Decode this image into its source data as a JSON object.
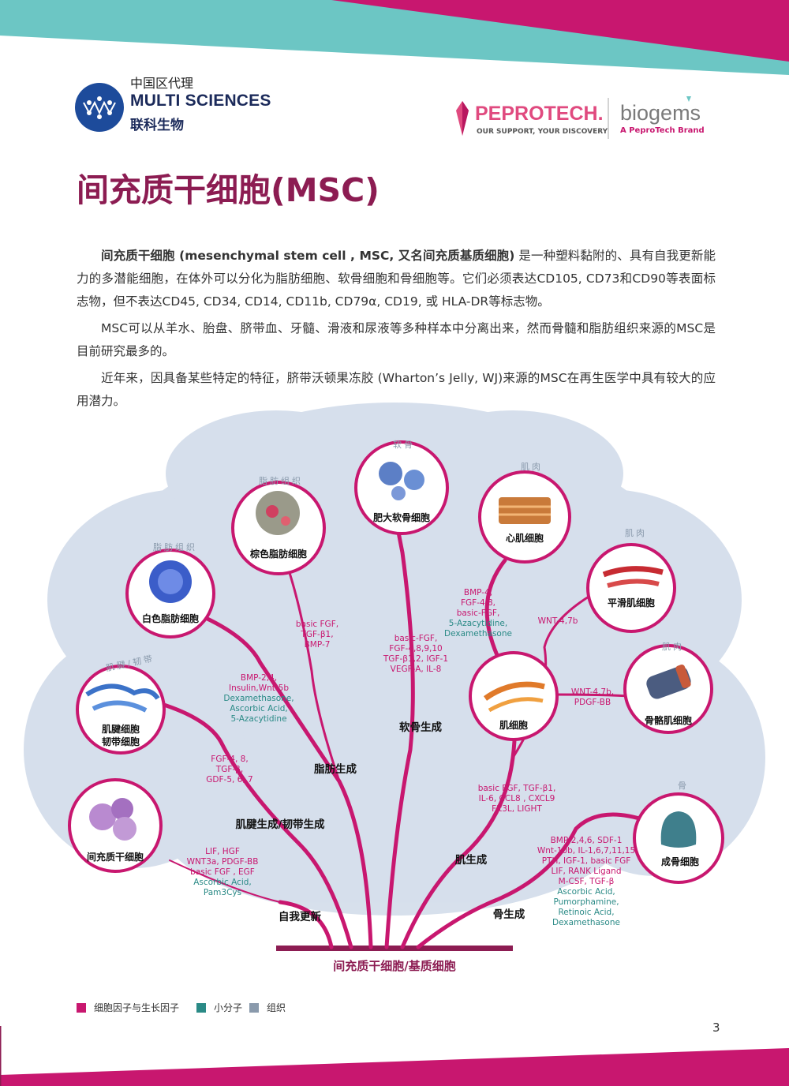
{
  "colors": {
    "brand": "#8c1c52",
    "pink": "#c8176f",
    "teal": "#2a8a86",
    "tissue": "#8a9aac",
    "tree": "#c9d5e6",
    "banner_teal": "#6cc6c4"
  },
  "header": {
    "multi_sciences": {
      "sub": "中国区代理",
      "name": "MULTI SCIENCES",
      "cn": "联科生物",
      "icon": "ms-logo-icon"
    },
    "peprotech": {
      "name": "PEPROTECH.",
      "tagline": "OUR SUPPORT, YOUR DISCOVERY",
      "icon": "peprotech-gem-icon"
    },
    "biogems": {
      "name": "biogems",
      "tagline": "A PeproTech Brand"
    }
  },
  "title": "间充质干细胞(MSC)",
  "paragraphs": {
    "p1_bold": "间充质干细胞 (mesenchymal stem cell , MSC, 又名间充质基质细胞)",
    "p1_rest": " 是一种塑料黏附的、具有自我更新能力的多潜能细胞，在体外可以分化为脂肪细胞、软骨细胞和骨细胞等。它们必须表达CD105, CD73和CD90等表面标志物，但不表达CD45, CD34, CD14, CD11b, CD79α, CD19, 或 HLA-DR等标志物。",
    "p2": "MSC可以从羊水、胎盘、脐带血、牙髓、滑液和尿液等多种样本中分离出来，然而骨髓和脂肪组织来源的MSC是目前研究最多的。",
    "p3": "近年来，因具备某些特定的特征，脐带沃顿果冻胶 (Wharton’s Jelly, WJ)来源的MSC在再生医学中具有较大的应用潜力。"
  },
  "diagram": {
    "base": "间充质干细胞/基质细胞",
    "stages": {
      "self_renewal": "自我更新",
      "tendon": "肌腱生成/韧带生成",
      "adipo": "脂肪生成",
      "chondro": "软骨生成",
      "myo": "肌生成",
      "osteo": "骨生成"
    },
    "cells": {
      "msc": "间充质干细胞",
      "tendon": [
        "肌腱细胞",
        "韧带细胞"
      ],
      "white_fat": "白色脂肪细胞",
      "brown_fat": "棕色脂肪细胞",
      "chondrocyte": "肥大软骨细胞",
      "cardiomyocyte": "心肌细胞",
      "smooth": "平滑肌细胞",
      "myocyte": "肌细胞",
      "skeletal": "骨骼肌细胞",
      "osteoblast": "成骨细胞"
    },
    "tissues": {
      "tendon": "肌腱/韧带",
      "white_fat": "脂肪组织",
      "brown_fat": "脂肪组织",
      "cartilage": "软骨",
      "cardiac": "肌肉",
      "smooth": "肌肉",
      "skeletal": "肌肉",
      "bone": "骨"
    },
    "factors": {
      "self_renewal": {
        "pink": [
          "LIF, HGF",
          "WNT3a, PDGF-BB",
          "basic FGF , EGF"
        ],
        "teal": [
          "Ascorbic Acid,",
          "Pam3Cys"
        ]
      },
      "tendon": {
        "pink": [
          "FGF-4, 8,",
          "TGF-β,",
          "GDF-5, 6, 7"
        ],
        "teal": []
      },
      "white_fat": {
        "pink": [
          "BMP-2,4,",
          "Insulin,Wnt-5b"
        ],
        "teal": [
          "Dexamethasone,",
          "Ascorbic Acid,",
          "5-Azacytidine"
        ]
      },
      "brown_fat": {
        "pink": [
          "basic FGF,",
          "TGF-β1,",
          "BMP-7"
        ],
        "teal": []
      },
      "chondro": {
        "pink": [
          "basic-FGF,",
          "FGF-4,8,9,10",
          "TGF-β1,2, IGF-1",
          "VEGF-A, IL-8"
        ],
        "teal": []
      },
      "cardiac": {
        "pink": [
          "BMP-4,",
          "FGF-4,8,",
          "basic-FGF,"
        ],
        "teal": [
          "5-Azacytidine,",
          "Dexamethasone"
        ]
      },
      "smooth": {
        "pink": [
          "WNT-4,7b"
        ],
        "teal": []
      },
      "skeletal": {
        "pink": [
          "WNT-4,7b,",
          "PDGF-BB"
        ],
        "teal": []
      },
      "myo": {
        "pink": [
          "basic FGF, TGF-β1,",
          "IL-6, CCL8 , CXCL9",
          "Flt3L, LIGHT"
        ],
        "teal": []
      },
      "osteo": {
        "pink": [
          "BMP-2,4,6, SDF-1",
          "Wnt-10b, IL-1,6,7,11,15",
          "PTH, IGF-1, basic FGF",
          "LIF, RANK Ligand",
          "M-CSF, TGF-β"
        ],
        "teal": [
          "Ascorbic Acid,",
          "Pumorphamine,",
          "Retinoic Acid,",
          "Dexamethasone"
        ]
      }
    }
  },
  "legend": [
    {
      "label": "细胞因子与生长因子",
      "color": "#c8176f"
    },
    {
      "label": "小分子",
      "color": "#2a8a86"
    },
    {
      "label": "组织",
      "color": "#8a9aac"
    }
  ],
  "page_number": "3"
}
